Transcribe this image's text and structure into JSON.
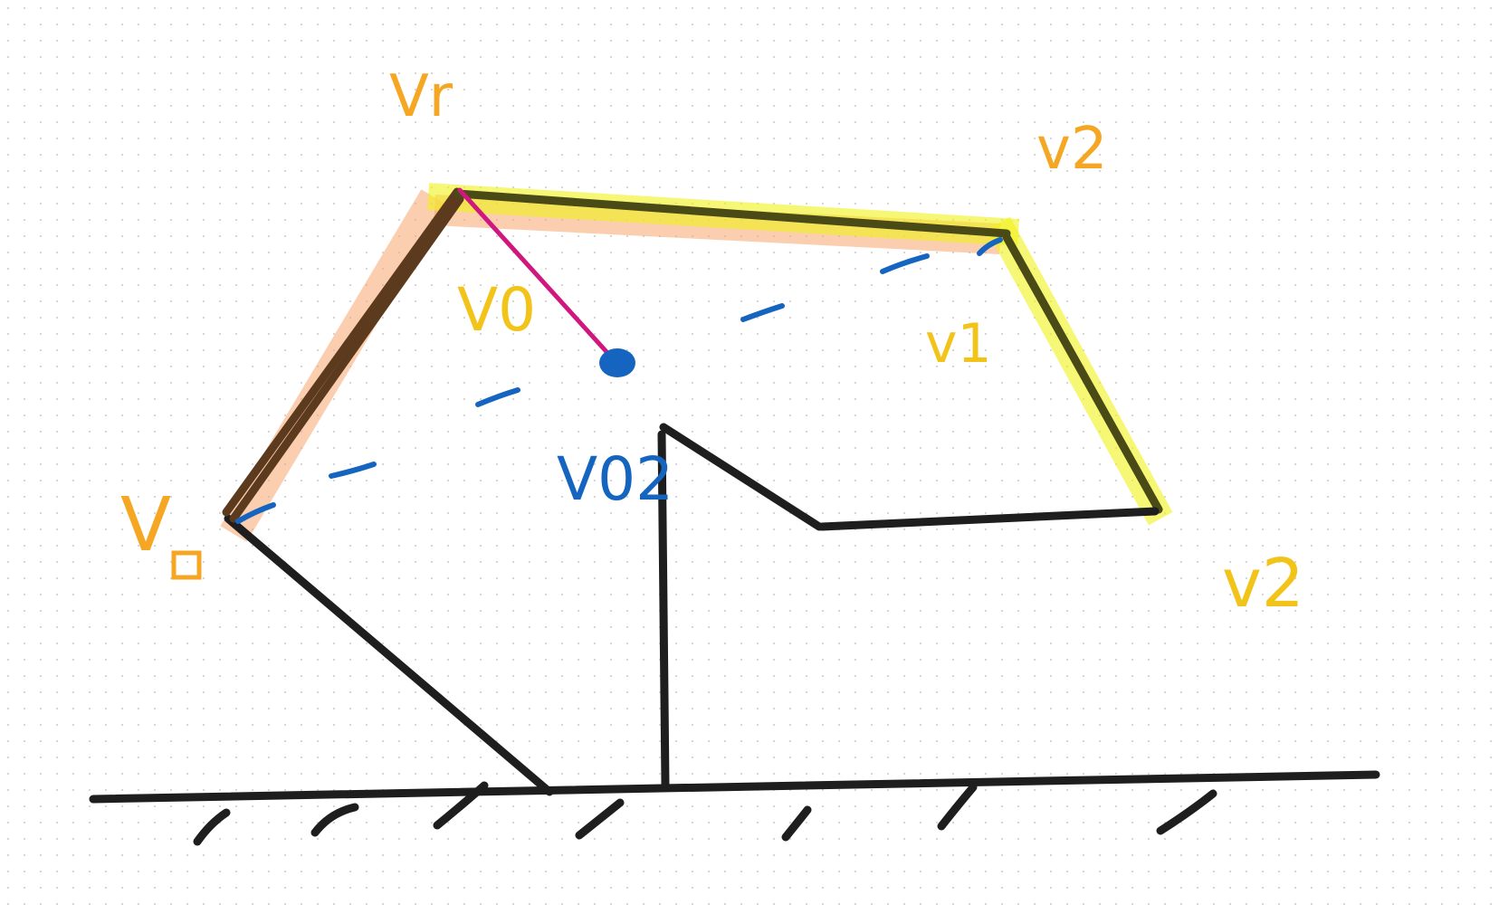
{
  "labels": {
    "v_r_top": "Vr",
    "v2_top_right": "v2",
    "v0_inner": "V0",
    "v1_inner": "v1",
    "v02_center": "V02",
    "v_square_left": "V",
    "v2_bottom_right": "v2"
  },
  "colors": {
    "ink": "#1e1e1e",
    "orange_label": "#f5a623",
    "yellow_label": "#f2c318",
    "blue_label": "#1565c0",
    "magenta_link": "#d0177e",
    "orange_highlight": "#f7a56f",
    "yellow_highlight": "#f2f21a"
  }
}
